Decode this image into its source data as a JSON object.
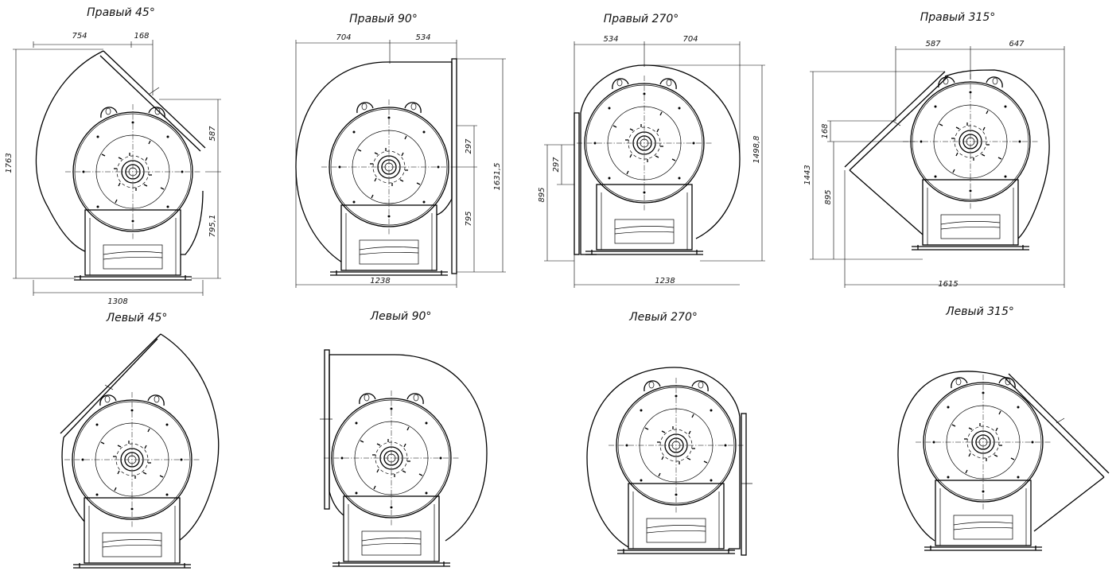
{
  "views": [
    {
      "title": "Правый 45°",
      "dims": {
        "top_left": "754",
        "top_right": "168",
        "right_upper": "587",
        "right_lower": "795,1",
        "left_total": "1763",
        "bottom": "1308"
      }
    },
    {
      "title": "Правый 90°",
      "dims": {
        "top_left": "704",
        "top_right": "534",
        "right_small": "297",
        "right_lower": "795",
        "right_total": "1631,5",
        "bottom": "1238"
      }
    },
    {
      "title": "Правый 270°",
      "dims": {
        "top_left": "534",
        "top_right": "704",
        "left_small": "297",
        "left_lower": "895",
        "right_total": "1498,8",
        "bottom": "1238"
      }
    },
    {
      "title": "Правый 315°",
      "dims": {
        "top_left": "587",
        "top_right": "647",
        "left_small": "168",
        "left_lower": "895",
        "left_total": "1443",
        "bottom": "1615"
      }
    },
    {
      "title": "Левый 45°"
    },
    {
      "title": "Левый 90°"
    },
    {
      "title": "Левый 270°"
    },
    {
      "title": "Левый 315°"
    }
  ]
}
